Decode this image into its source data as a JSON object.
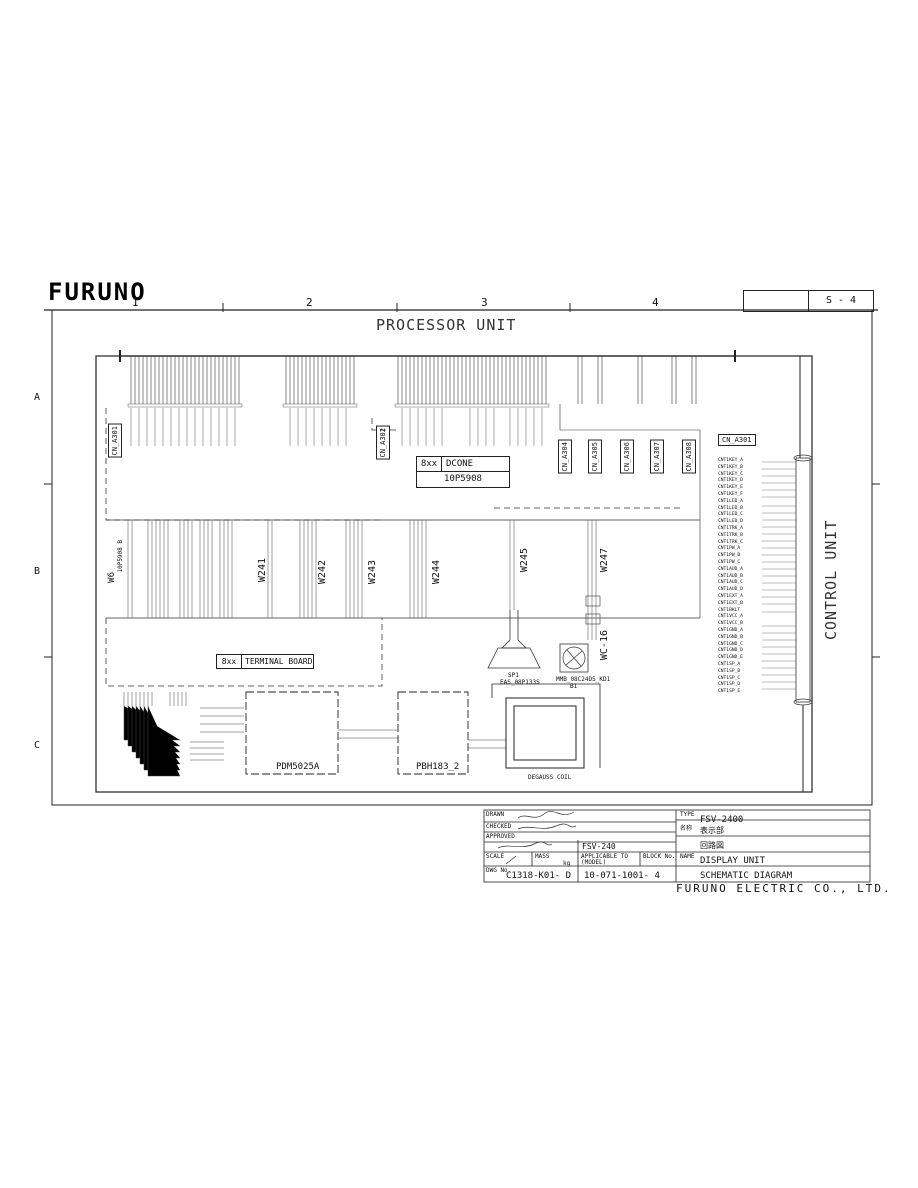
{
  "brand": "FURUNO",
  "page_number": "S - 4",
  "column_numbers": [
    "1",
    "2",
    "3",
    "4"
  ],
  "row_letters": [
    "A",
    "B",
    "C"
  ],
  "units": {
    "processor": "PROCESSOR UNIT",
    "control": "CONTROL UNIT"
  },
  "connectors": {
    "j311": "CN_A301",
    "j312": "CN_A302",
    "j321": "CN_A304",
    "j322": "CN_A305",
    "j323": "CN_A306",
    "j324": "CN_A307",
    "j325": "CN_A308",
    "j331": "CN_A301"
  },
  "board_labels": {
    "dcone_prefix": "8xx",
    "dcone_name": "DCONE",
    "dcone_part": "10P5908",
    "terminal_prefix": "8xx",
    "terminal_name": "TERMINAL BOARD",
    "w6": "W6",
    "w6_part": "10P5908 B"
  },
  "wires": [
    "W241",
    "W242",
    "W243",
    "W244",
    "W245",
    "W247",
    "WC-16"
  ],
  "devices": {
    "power_supply": "PDM5025A",
    "buzzer_board": "PBH183_2",
    "speaker_ref": "SP1",
    "speaker_part": "EAS_08P133S",
    "fan_part": "MMB_08C24DS_KD1",
    "fan_ref": "B1",
    "coil": "DEGAUSS COIL"
  },
  "control_signals": [
    "CNT1KEY_A",
    "CNT1KEY_B",
    "CNT1KEY_C",
    "CNT1KEY_D",
    "CNT1KEY_E",
    "CNT1KEY_F",
    "CNT1LED_A",
    "CNT1LED_B",
    "CNT1LED_C",
    "CNT1LED_D",
    "CNT1TRK_A",
    "CNT1TRK_B",
    "CNT1TRK_C",
    "CNT1PW_A",
    "CNT1PW_B",
    "CNT1PW_C",
    "CNT1AUD_A",
    "CNT1AUD_B",
    "CNT1AUD_C",
    "CNT1AUD_D",
    "CNT1EXT_A",
    "CNT1EXT_B",
    "CNT1BKLT",
    "CNT1VCC_A",
    "CNT1VCC_B",
    "CNT1GND_A",
    "CNT1GND_B",
    "CNT1GND_C",
    "CNT1GND_D",
    "CNT1GND_E",
    "CNT1SP_A",
    "CNT1SP_B",
    "CNT1SP_C",
    "CNT1SP_D",
    "CNT1SP_E"
  ],
  "title_block": {
    "drawn_label": "DRAWN",
    "checked_label": "CHECKED",
    "approved_label": "APPROVED",
    "scale_label": "SCALE",
    "mass_label": "MASS",
    "mass_unit": "kg",
    "applicable_label": "APPLICABLE TO",
    "applicable_sub": "(MODEL)",
    "applicable_value": "FSV-240",
    "block_label": "BLOCK No.",
    "dwg_label": "DWG No.",
    "dwg_no": "C1318-K01- D",
    "code_no": "10-071-1001- 4",
    "type_label": "TYPE",
    "type_value": "FSV-2400",
    "name_jp_label": "名称",
    "name_jp": "表示部",
    "name_jp2": "回路図",
    "name_label": "NAME",
    "name_value": "DISPLAY UNIT",
    "name_value2": "SCHEMATIC DIAGRAM",
    "company": "FURUNO ELECTRIC CO., LTD."
  }
}
